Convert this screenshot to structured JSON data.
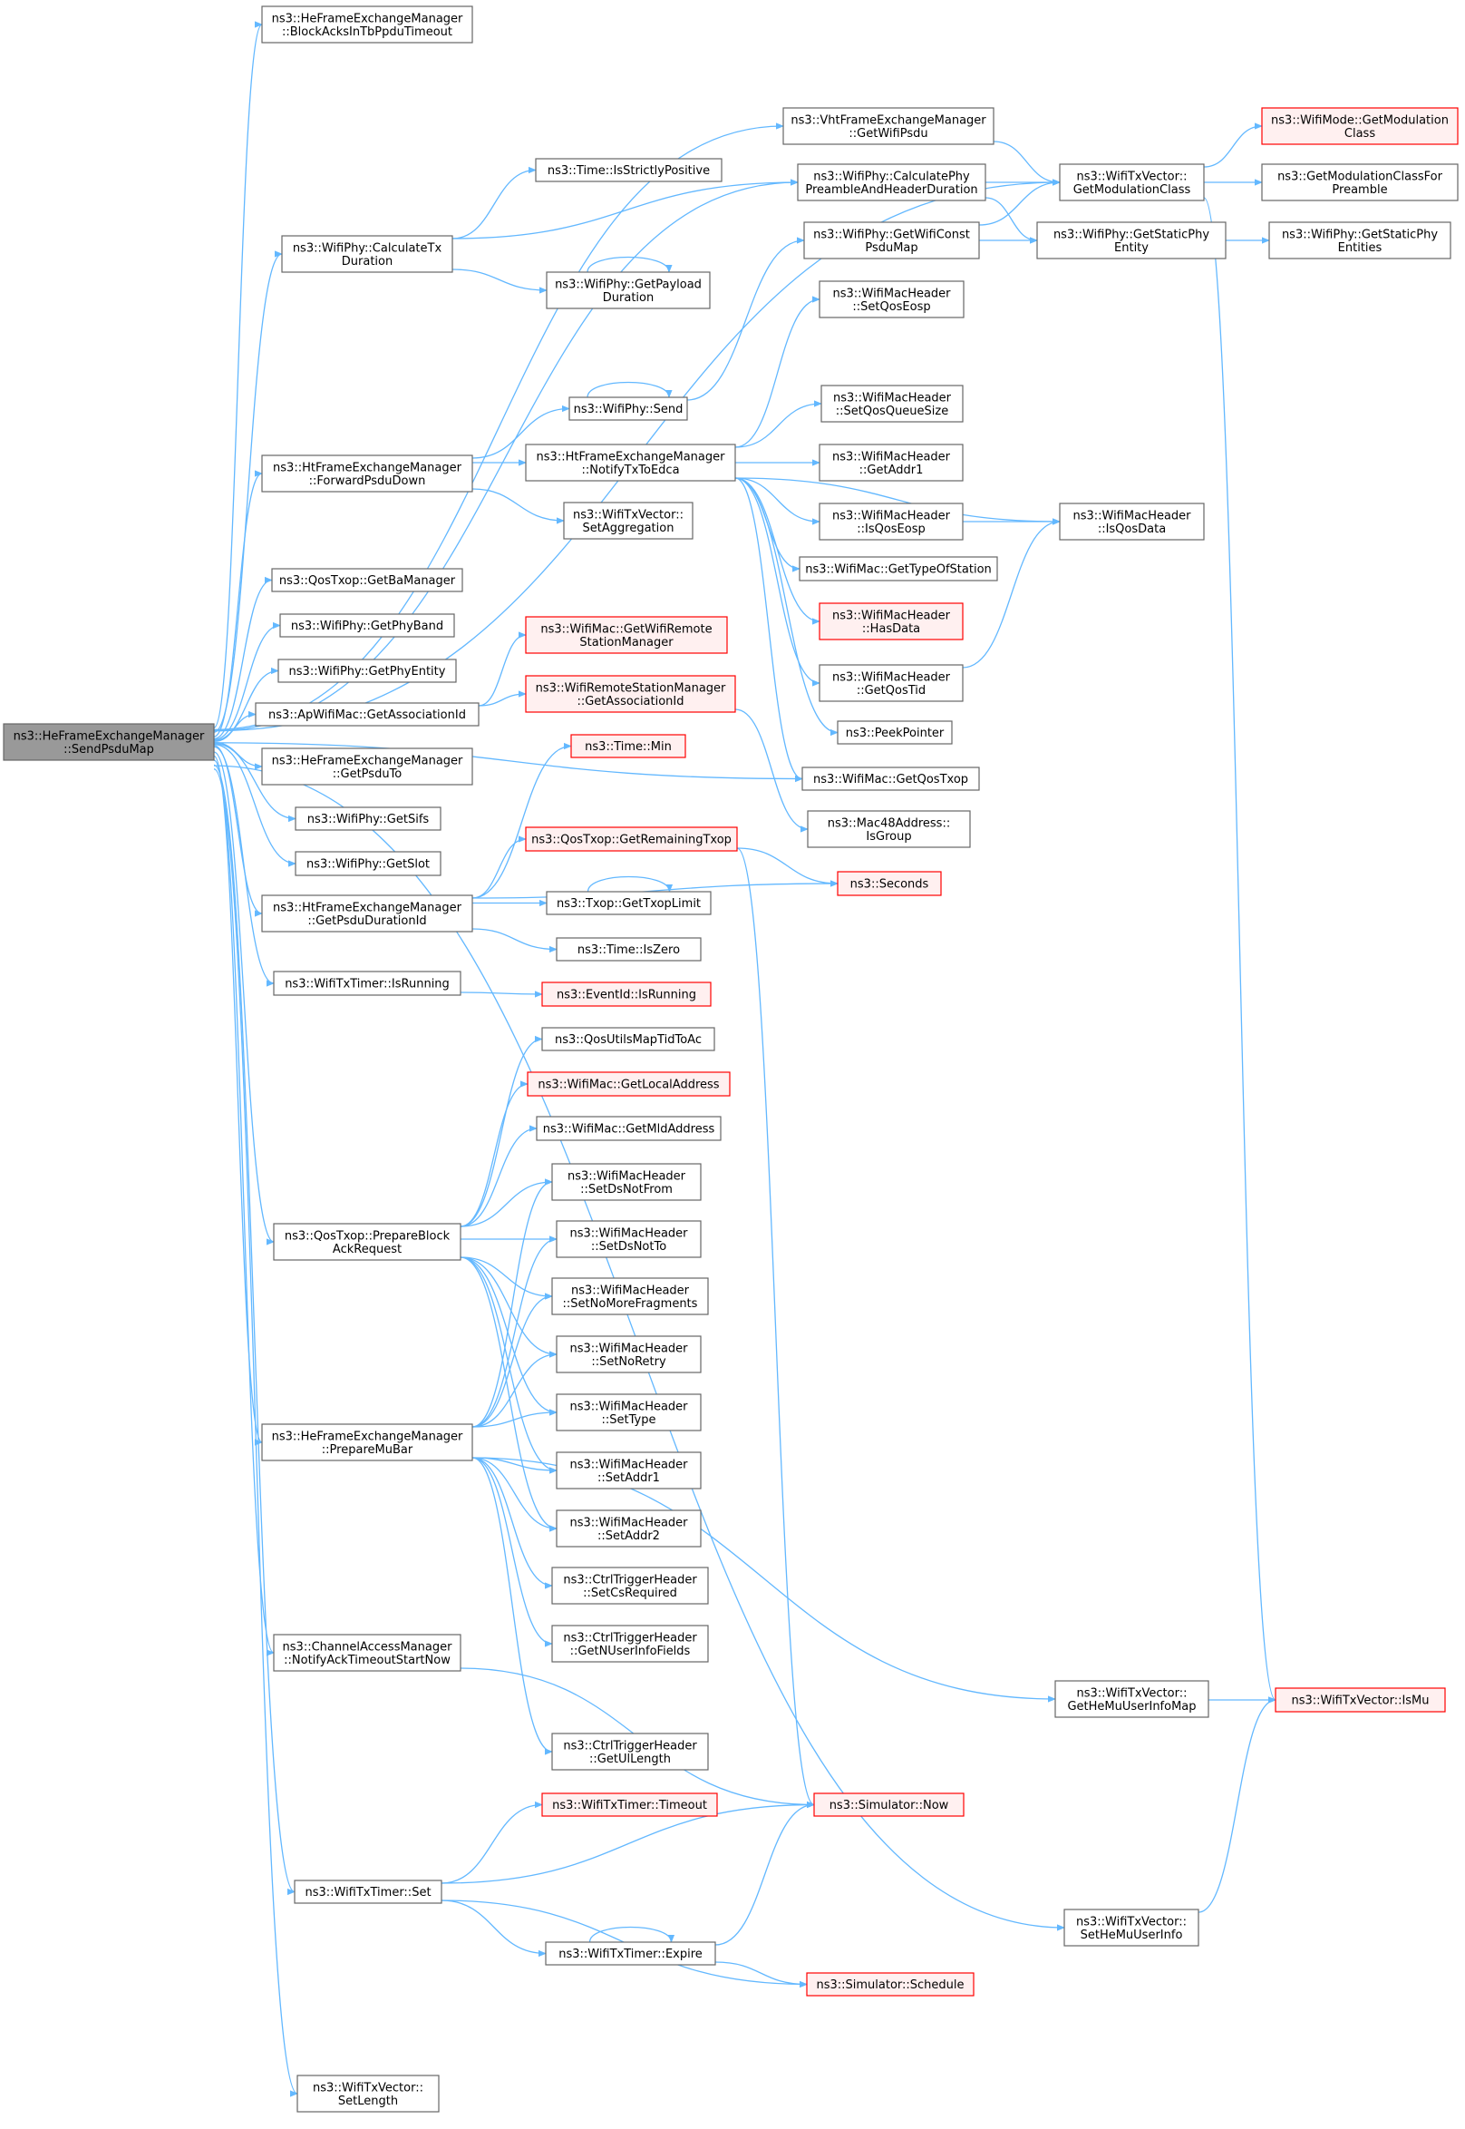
{
  "colors": {
    "edge": "#63B8FF",
    "node_border": "#666666",
    "node_fill": "#FFFFFF",
    "root_fill": "#999999",
    "root_border": "#666666",
    "truncated_border": "#FF0000",
    "truncated_fill": "#FFF0F0"
  },
  "graph": {
    "nodes": [
      {
        "id": "root",
        "label": [
          "ns3::HeFrameExchangeManager",
          "::SendPsduMap"
        ],
        "style": "root"
      },
      {
        "id": "blockAcks",
        "label": [
          "ns3::HeFrameExchangeManager",
          "::BlockAcksInTbPpduTimeout"
        ],
        "style": "normal"
      },
      {
        "id": "vhtGetWifiPsdu",
        "label": [
          "ns3::VhtFrameExchangeManager",
          "::GetWifiPsdu"
        ],
        "style": "normal"
      },
      {
        "id": "txvGetModClass",
        "label": [
          "ns3::WifiTxVector::",
          "GetModulationClass"
        ],
        "style": "normal"
      },
      {
        "id": "wifiModeGetModClass",
        "label": [
          "ns3::WifiMode::GetModulation",
          "Class"
        ],
        "style": "truncated"
      },
      {
        "id": "getModClassForPreamble",
        "label": [
          "ns3::GetModulationClassFor",
          "Preamble"
        ],
        "style": "normal"
      },
      {
        "id": "timeIsStrictlyPositive",
        "label": [
          "ns3::Time::IsStrictlyPositive"
        ],
        "style": "normal"
      },
      {
        "id": "calcPhyPreamble",
        "label": [
          "ns3::WifiPhy::CalculatePhy",
          "PreambleAndHeaderDuration"
        ],
        "style": "normal"
      },
      {
        "id": "getWifiConstPsduMap",
        "label": [
          "ns3::WifiPhy::GetWifiConst",
          "PsduMap"
        ],
        "style": "normal"
      },
      {
        "id": "getStaticPhyEntity",
        "label": [
          "ns3::WifiPhy::GetStaticPhy",
          "Entity"
        ],
        "style": "normal"
      },
      {
        "id": "getStaticPhyEntities",
        "label": [
          "ns3::WifiPhy::GetStaticPhy",
          "Entities"
        ],
        "style": "normal"
      },
      {
        "id": "calcTxDuration",
        "label": [
          "ns3::WifiPhy::CalculateTx",
          "Duration"
        ],
        "style": "normal"
      },
      {
        "id": "getPayloadDuration",
        "label": [
          "ns3::WifiPhy::GetPayload",
          "Duration"
        ],
        "style": "normal"
      },
      {
        "id": "setQosEosp",
        "label": [
          "ns3::WifiMacHeader",
          "::SetQosEosp"
        ],
        "style": "normal"
      },
      {
        "id": "wifiPhySend",
        "label": [
          "ns3::WifiPhy::Send"
        ],
        "style": "normal"
      },
      {
        "id": "setQosQueueSize",
        "label": [
          "ns3::WifiMacHeader",
          "::SetQosQueueSize"
        ],
        "style": "normal"
      },
      {
        "id": "forwardPsduDown",
        "label": [
          "ns3::HtFrameExchangeManager",
          "::ForwardPsduDown"
        ],
        "style": "normal"
      },
      {
        "id": "notifyTxToEdca",
        "label": [
          "ns3::HtFrameExchangeManager",
          "::NotifyTxToEdca"
        ],
        "style": "normal"
      },
      {
        "id": "getAddr1",
        "label": [
          "ns3::WifiMacHeader",
          "::GetAddr1"
        ],
        "style": "normal"
      },
      {
        "id": "setAggregation",
        "label": [
          "ns3::WifiTxVector::",
          "SetAggregation"
        ],
        "style": "normal"
      },
      {
        "id": "isQosEosp",
        "label": [
          "ns3::WifiMacHeader",
          "::IsQosEosp"
        ],
        "style": "normal"
      },
      {
        "id": "isQosData",
        "label": [
          "ns3::WifiMacHeader",
          "::IsQosData"
        ],
        "style": "normal"
      },
      {
        "id": "getTypeOfStation",
        "label": [
          "ns3::WifiMac::GetTypeOfStation"
        ],
        "style": "normal"
      },
      {
        "id": "getBaManager",
        "label": [
          "ns3::QosTxop::GetBaManager"
        ],
        "style": "normal"
      },
      {
        "id": "hasData",
        "label": [
          "ns3::WifiMacHeader",
          "::HasData"
        ],
        "style": "truncated"
      },
      {
        "id": "getPhyBand",
        "label": [
          "ns3::WifiPhy::GetPhyBand"
        ],
        "style": "normal"
      },
      {
        "id": "getWifiRemoteStationManager",
        "label": [
          "ns3::WifiMac::GetWifiRemote",
          "StationManager"
        ],
        "style": "truncated"
      },
      {
        "id": "getPhyEntity",
        "label": [
          "ns3::WifiPhy::GetPhyEntity"
        ],
        "style": "normal"
      },
      {
        "id": "getQosTid",
        "label": [
          "ns3::WifiMacHeader",
          "::GetQosTid"
        ],
        "style": "normal"
      },
      {
        "id": "apGetAssociationId",
        "label": [
          "ns3::ApWifiMac::GetAssociationId"
        ],
        "style": "normal"
      },
      {
        "id": "wrsmGetAssociationId",
        "label": [
          "ns3::WifiRemoteStationManager",
          "::GetAssociationId"
        ],
        "style": "truncated"
      },
      {
        "id": "peekPointer",
        "label": [
          "ns3::PeekPointer"
        ],
        "style": "normal"
      },
      {
        "id": "timeMin",
        "label": [
          "ns3::Time::Min"
        ],
        "style": "truncated"
      },
      {
        "id": "getPsduTo",
        "label": [
          "ns3::HeFrameExchangeManager",
          "::GetPsduTo"
        ],
        "style": "normal"
      },
      {
        "id": "getQosTxop",
        "label": [
          "ns3::WifiMac::GetQosTxop"
        ],
        "style": "normal"
      },
      {
        "id": "getSifs",
        "label": [
          "ns3::WifiPhy::GetSifs"
        ],
        "style": "normal"
      },
      {
        "id": "mac48IsGroup",
        "label": [
          "ns3::Mac48Address::",
          "IsGroup"
        ],
        "style": "normal"
      },
      {
        "id": "getRemainingTxop",
        "label": [
          "ns3::QosTxop::GetRemainingTxop"
        ],
        "style": "truncated"
      },
      {
        "id": "getSlot",
        "label": [
          "ns3::WifiPhy::GetSlot"
        ],
        "style": "normal"
      },
      {
        "id": "seconds",
        "label": [
          "ns3::Seconds"
        ],
        "style": "truncated"
      },
      {
        "id": "getTxopLimit",
        "label": [
          "ns3::Txop::GetTxopLimit"
        ],
        "style": "normal"
      },
      {
        "id": "getPsduDurationId",
        "label": [
          "ns3::HtFrameExchangeManager",
          "::GetPsduDurationId"
        ],
        "style": "normal"
      },
      {
        "id": "timeIsZero",
        "label": [
          "ns3::Time::IsZero"
        ],
        "style": "normal"
      },
      {
        "id": "txTimerIsRunning",
        "label": [
          "ns3::WifiTxTimer::IsRunning"
        ],
        "style": "normal"
      },
      {
        "id": "eventIdIsRunning",
        "label": [
          "ns3::EventId::IsRunning"
        ],
        "style": "truncated"
      },
      {
        "id": "qosUtilsMapTidToAc",
        "label": [
          "ns3::QosUtilsMapTidToAc"
        ],
        "style": "normal"
      },
      {
        "id": "getLocalAddress",
        "label": [
          "ns3::WifiMac::GetLocalAddress"
        ],
        "style": "truncated"
      },
      {
        "id": "getMldAddress",
        "label": [
          "ns3::WifiMac::GetMldAddress"
        ],
        "style": "normal"
      },
      {
        "id": "setDsNotFrom",
        "label": [
          "ns3::WifiMacHeader",
          "::SetDsNotFrom"
        ],
        "style": "normal"
      },
      {
        "id": "prepareBlockAckRequest",
        "label": [
          "ns3::QosTxop::PrepareBlock",
          "AckRequest"
        ],
        "style": "normal"
      },
      {
        "id": "setDsNotTo",
        "label": [
          "ns3::WifiMacHeader",
          "::SetDsNotTo"
        ],
        "style": "normal"
      },
      {
        "id": "setNoMoreFragments",
        "label": [
          "ns3::WifiMacHeader",
          "::SetNoMoreFragments"
        ],
        "style": "normal"
      },
      {
        "id": "setNoRetry",
        "label": [
          "ns3::WifiMacHeader",
          "::SetNoRetry"
        ],
        "style": "normal"
      },
      {
        "id": "setType",
        "label": [
          "ns3::WifiMacHeader",
          "::SetType"
        ],
        "style": "normal"
      },
      {
        "id": "prepareMuBar",
        "label": [
          "ns3::HeFrameExchangeManager",
          "::PrepareMuBar"
        ],
        "style": "normal"
      },
      {
        "id": "setAddr1",
        "label": [
          "ns3::WifiMacHeader",
          "::SetAddr1"
        ],
        "style": "normal"
      },
      {
        "id": "setAddr2",
        "label": [
          "ns3::WifiMacHeader",
          "::SetAddr2"
        ],
        "style": "normal"
      },
      {
        "id": "setCsRequired",
        "label": [
          "ns3::CtrlTriggerHeader",
          "::SetCsRequired"
        ],
        "style": "normal"
      },
      {
        "id": "getNUserInfoFields",
        "label": [
          "ns3::CtrlTriggerHeader",
          "::GetNUserInfoFields"
        ],
        "style": "normal"
      },
      {
        "id": "notifyAckTimeoutStartNow",
        "label": [
          "ns3::ChannelAccessManager",
          "::NotifyAckTimeoutStartNow"
        ],
        "style": "normal"
      },
      {
        "id": "getHeMuUserInfoMap",
        "label": [
          "ns3::WifiTxVector::",
          "GetHeMuUserInfoMap"
        ],
        "style": "normal"
      },
      {
        "id": "txvIsMu",
        "label": [
          "ns3::WifiTxVector::IsMu"
        ],
        "style": "truncated"
      },
      {
        "id": "getUlLength",
        "label": [
          "ns3::CtrlTriggerHeader",
          "::GetUlLength"
        ],
        "style": "normal"
      },
      {
        "id": "txTimerTimeout",
        "label": [
          "ns3::WifiTxTimer::Timeout"
        ],
        "style": "truncated"
      },
      {
        "id": "simulatorNow",
        "label": [
          "ns3::Simulator::Now"
        ],
        "style": "truncated"
      },
      {
        "id": "txTimerSet",
        "label": [
          "ns3::WifiTxTimer::Set"
        ],
        "style": "normal"
      },
      {
        "id": "setHeMuUserInfo",
        "label": [
          "ns3::WifiTxVector::",
          "SetHeMuUserInfo"
        ],
        "style": "normal"
      },
      {
        "id": "txTimerExpire",
        "label": [
          "ns3::WifiTxTimer::Expire"
        ],
        "style": "normal"
      },
      {
        "id": "simulatorSchedule",
        "label": [
          "ns3::Simulator::Schedule"
        ],
        "style": "truncated"
      },
      {
        "id": "setLength",
        "label": [
          "ns3::WifiTxVector::",
          "SetLength"
        ],
        "style": "normal"
      }
    ],
    "edges": [
      [
        "root",
        "blockAcks"
      ],
      [
        "root",
        "vhtGetWifiPsdu"
      ],
      [
        "root",
        "txvGetModClass"
      ],
      [
        "root",
        "calcTxDuration"
      ],
      [
        "root",
        "calcPhyPreamble"
      ],
      [
        "root",
        "forwardPsduDown"
      ],
      [
        "root",
        "getQosTxop"
      ],
      [
        "root",
        "getBaManager"
      ],
      [
        "root",
        "getPhyBand"
      ],
      [
        "root",
        "getPhyEntity"
      ],
      [
        "root",
        "apGetAssociationId"
      ],
      [
        "root",
        "getPsduTo"
      ],
      [
        "root",
        "getSifs"
      ],
      [
        "root",
        "getSlot"
      ],
      [
        "root",
        "getPsduDurationId"
      ],
      [
        "root",
        "txTimerIsRunning"
      ],
      [
        "root",
        "prepareBlockAckRequest"
      ],
      [
        "root",
        "prepareMuBar"
      ],
      [
        "root",
        "notifyAckTimeoutStartNow"
      ],
      [
        "root",
        "txTimerSet"
      ],
      [
        "root",
        "setHeMuUserInfo"
      ],
      [
        "root",
        "setLength"
      ],
      [
        "vhtGetWifiPsdu",
        "txvGetModClass"
      ],
      [
        "txvGetModClass",
        "wifiModeGetModClass"
      ],
      [
        "txvGetModClass",
        "getModClassForPreamble"
      ],
      [
        "txvGetModClass",
        "txvIsMu"
      ],
      [
        "calcPhyPreamble",
        "txvGetModClass"
      ],
      [
        "calcPhyPreamble",
        "getStaticPhyEntity"
      ],
      [
        "getWifiConstPsduMap",
        "txvGetModClass"
      ],
      [
        "getWifiConstPsduMap",
        "getStaticPhyEntity"
      ],
      [
        "getStaticPhyEntity",
        "getStaticPhyEntities"
      ],
      [
        "calcTxDuration",
        "timeIsStrictlyPositive"
      ],
      [
        "calcTxDuration",
        "calcPhyPreamble"
      ],
      [
        "calcTxDuration",
        "getPayloadDuration"
      ],
      [
        "getPayloadDuration",
        "getPayloadDuration"
      ],
      [
        "wifiPhySend",
        "wifiPhySend"
      ],
      [
        "wifiPhySend",
        "getWifiConstPsduMap"
      ],
      [
        "forwardPsduDown",
        "wifiPhySend"
      ],
      [
        "forwardPsduDown",
        "notifyTxToEdca"
      ],
      [
        "forwardPsduDown",
        "setAggregation"
      ],
      [
        "notifyTxToEdca",
        "setQosEosp"
      ],
      [
        "notifyTxToEdca",
        "isQosData"
      ],
      [
        "notifyTxToEdca",
        "setQosQueueSize"
      ],
      [
        "notifyTxToEdca",
        "getAddr1"
      ],
      [
        "notifyTxToEdca",
        "isQosEosp"
      ],
      [
        "notifyTxToEdca",
        "getTypeOfStation"
      ],
      [
        "notifyTxToEdca",
        "hasData"
      ],
      [
        "notifyTxToEdca",
        "getQosTid"
      ],
      [
        "notifyTxToEdca",
        "peekPointer"
      ],
      [
        "notifyTxToEdca",
        "getQosTxop"
      ],
      [
        "isQosEosp",
        "isQosData"
      ],
      [
        "getQosTid",
        "isQosData"
      ],
      [
        "apGetAssociationId",
        "getWifiRemoteStationManager"
      ],
      [
        "apGetAssociationId",
        "wrsmGetAssociationId"
      ],
      [
        "wrsmGetAssociationId",
        "mac48IsGroup"
      ],
      [
        "getPsduDurationId",
        "timeMin"
      ],
      [
        "getPsduDurationId",
        "seconds"
      ],
      [
        "getPsduDurationId",
        "getRemainingTxop"
      ],
      [
        "getPsduDurationId",
        "getTxopLimit"
      ],
      [
        "getPsduDurationId",
        "timeIsZero"
      ],
      [
        "getRemainingTxop",
        "seconds"
      ],
      [
        "getRemainingTxop",
        "simulatorNow"
      ],
      [
        "getTxopLimit",
        "getTxopLimit"
      ],
      [
        "txTimerIsRunning",
        "eventIdIsRunning"
      ],
      [
        "prepareBlockAckRequest",
        "qosUtilsMapTidToAc"
      ],
      [
        "prepareBlockAckRequest",
        "getLocalAddress"
      ],
      [
        "prepareBlockAckRequest",
        "getMldAddress"
      ],
      [
        "prepareBlockAckRequest",
        "setDsNotFrom"
      ],
      [
        "prepareBlockAckRequest",
        "setDsNotTo"
      ],
      [
        "prepareBlockAckRequest",
        "setNoMoreFragments"
      ],
      [
        "prepareBlockAckRequest",
        "setNoRetry"
      ],
      [
        "prepareBlockAckRequest",
        "setType"
      ],
      [
        "prepareBlockAckRequest",
        "setAddr1"
      ],
      [
        "prepareBlockAckRequest",
        "setAddr2"
      ],
      [
        "prepareMuBar",
        "setDsNotFrom"
      ],
      [
        "prepareMuBar",
        "setDsNotTo"
      ],
      [
        "prepareMuBar",
        "setNoMoreFragments"
      ],
      [
        "prepareMuBar",
        "setNoRetry"
      ],
      [
        "prepareMuBar",
        "setType"
      ],
      [
        "prepareMuBar",
        "setAddr1"
      ],
      [
        "prepareMuBar",
        "setAddr2"
      ],
      [
        "prepareMuBar",
        "setCsRequired"
      ],
      [
        "prepareMuBar",
        "getNUserInfoFields"
      ],
      [
        "prepareMuBar",
        "getHeMuUserInfoMap"
      ],
      [
        "prepareMuBar",
        "getUlLength"
      ],
      [
        "getHeMuUserInfoMap",
        "txvIsMu"
      ],
      [
        "notifyAckTimeoutStartNow",
        "simulatorNow"
      ],
      [
        "txTimerSet",
        "txTimerTimeout"
      ],
      [
        "txTimerSet",
        "simulatorNow"
      ],
      [
        "txTimerSet",
        "txTimerExpire"
      ],
      [
        "txTimerSet",
        "simulatorSchedule"
      ],
      [
        "txTimerExpire",
        "txTimerExpire"
      ],
      [
        "txTimerExpire",
        "simulatorNow"
      ],
      [
        "txTimerExpire",
        "simulatorSchedule"
      ],
      [
        "setHeMuUserInfo",
        "txvIsMu"
      ]
    ]
  }
}
